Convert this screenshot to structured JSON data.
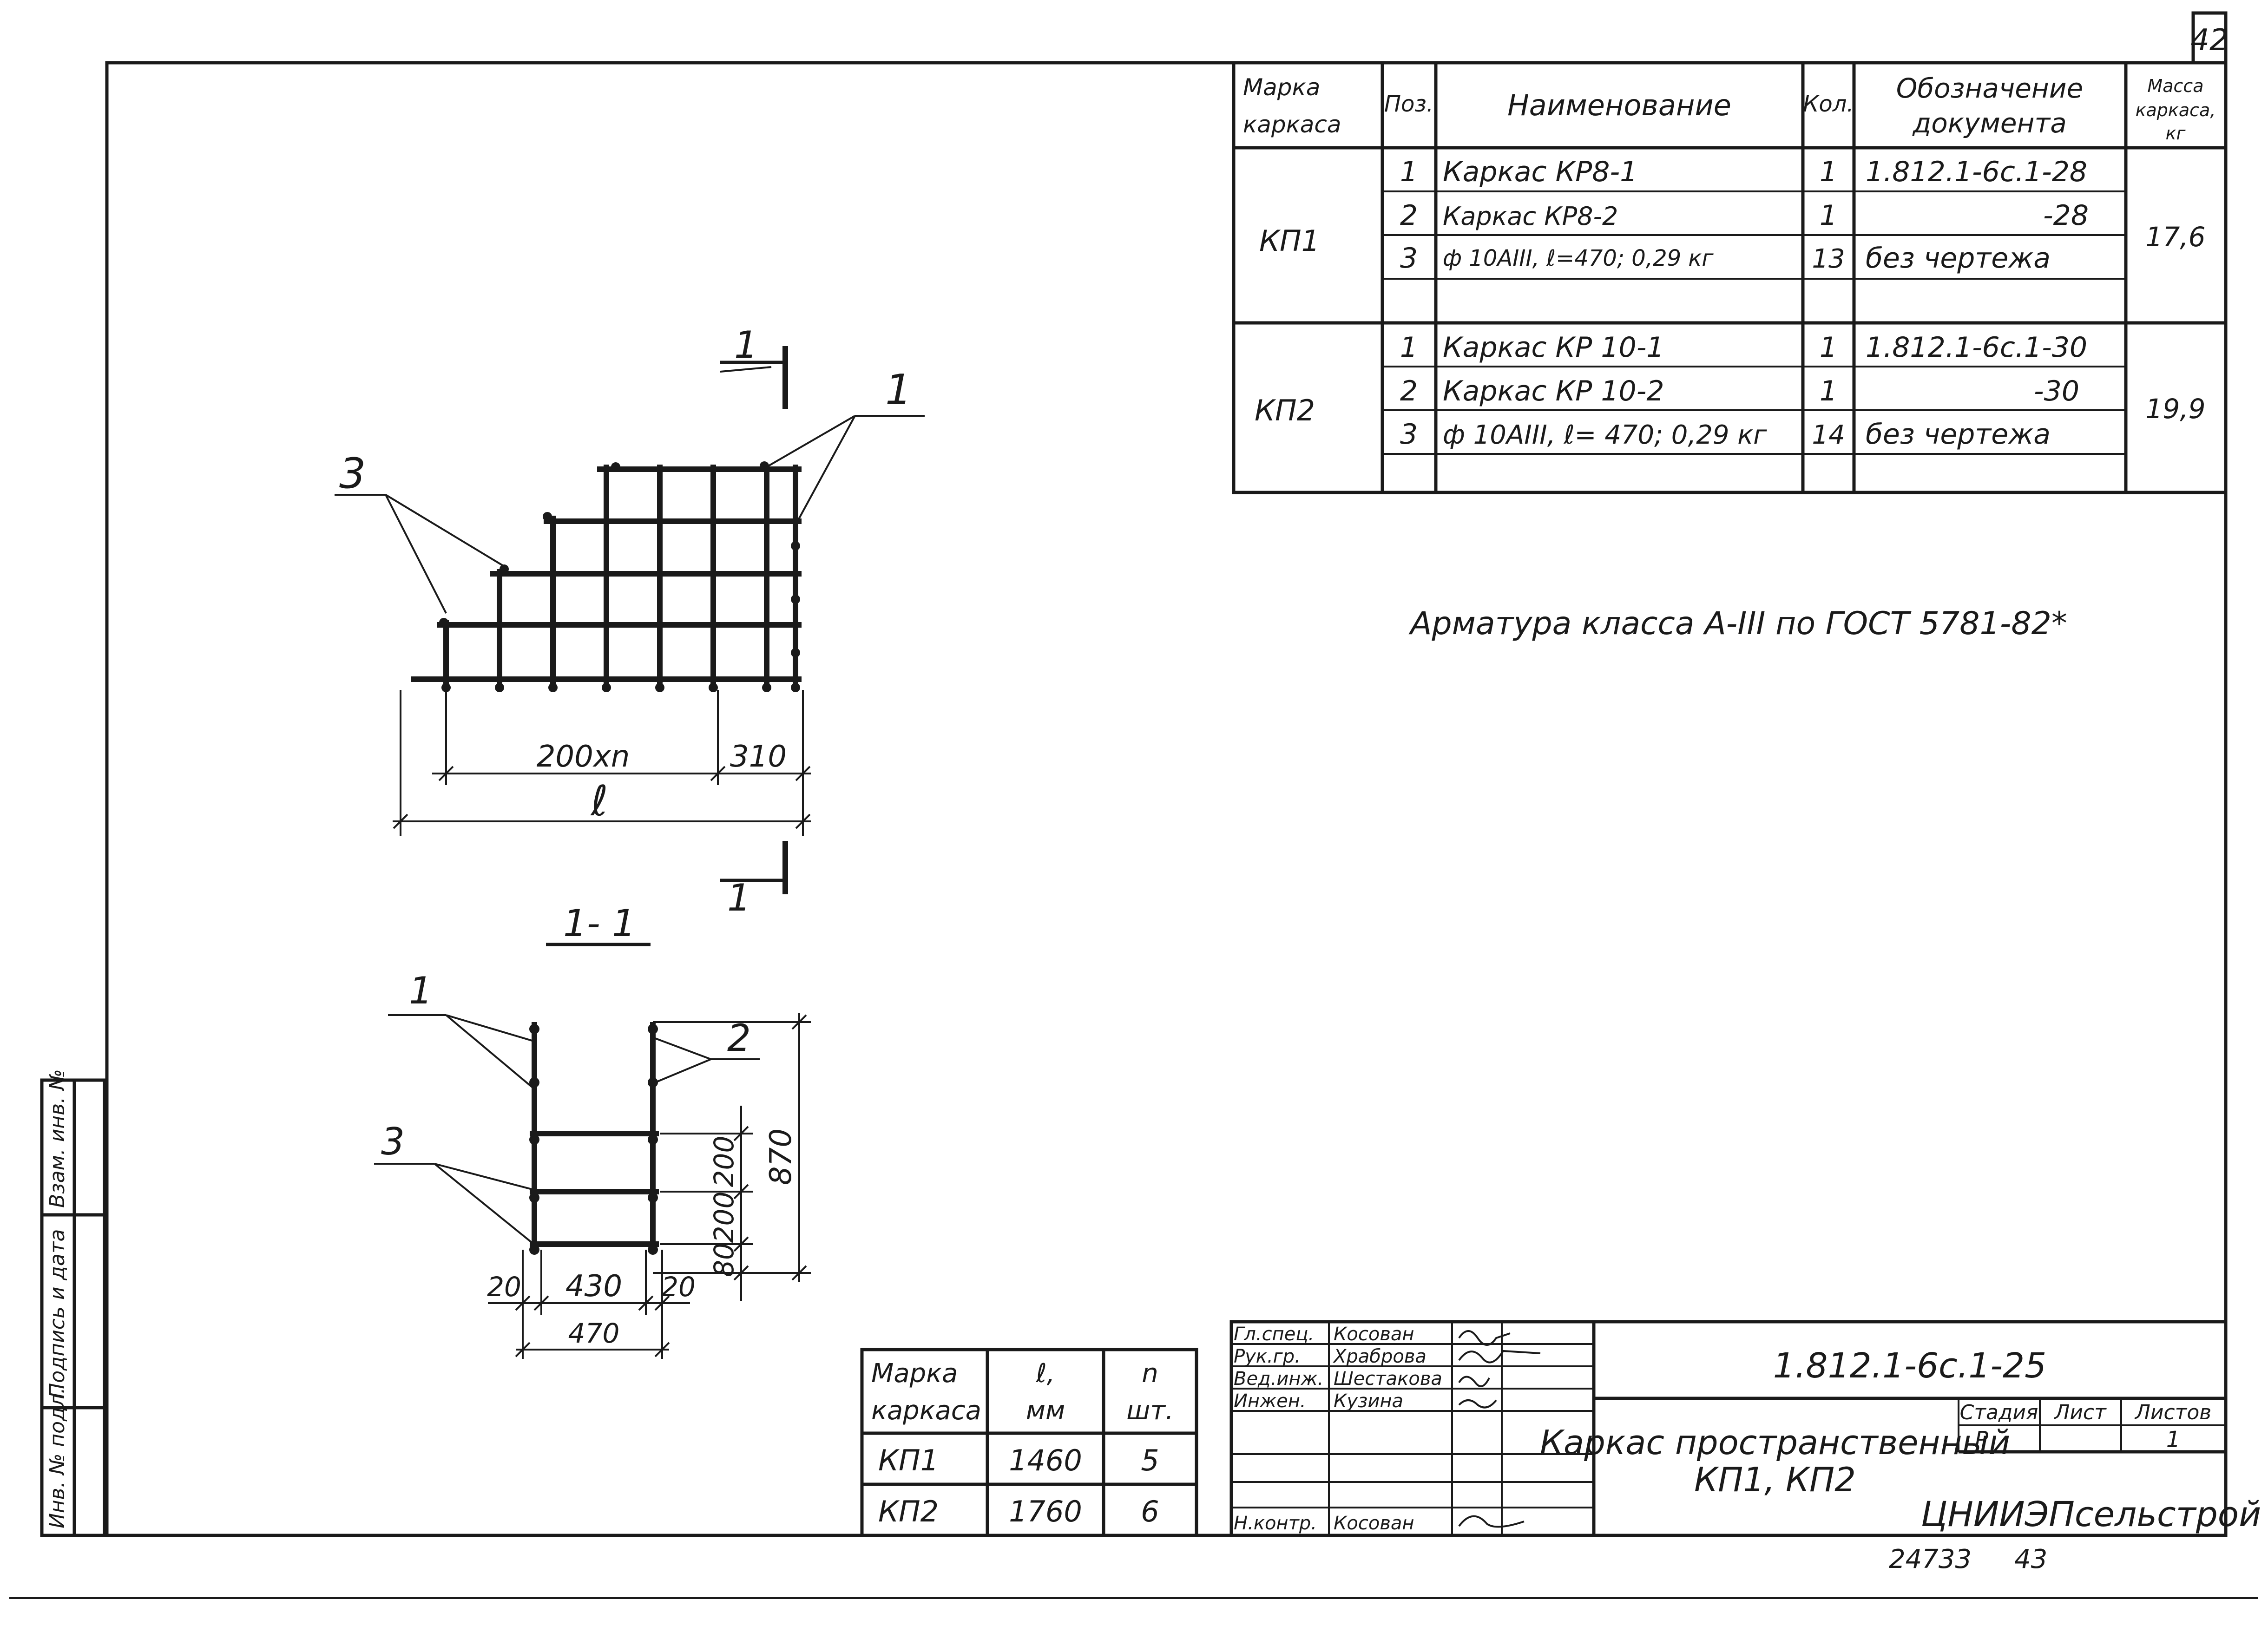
{
  "sheet_number": "42",
  "spec_table": {
    "headers": {
      "mark": "Марка каркаса",
      "pos": "Поз.",
      "name": "Наименование",
      "qty": "Кол.",
      "doc": "Обозначение документа",
      "mass": "Масса каркаса, кг"
    },
    "groups": [
      {
        "mark": "КП1",
        "mass": "17,6",
        "rows": [
          {
            "pos": "1",
            "name": "Каркас КР8-1",
            "qty": "1",
            "doc": "1.812.1-6с.1-28"
          },
          {
            "pos": "2",
            "name": "Каркас КР8-2",
            "qty": "1",
            "doc": "-28"
          },
          {
            "pos": "3",
            "name": "ф 10АIII, ℓ=470; 0,29 кг",
            "qty": "13",
            "doc": "без чертежа"
          }
        ]
      },
      {
        "mark": "КП2",
        "mass": "19,9",
        "rows": [
          {
            "pos": "1",
            "name": "Каркас КР 10-1",
            "qty": "1",
            "doc": "1.812.1-6с.1-30"
          },
          {
            "pos": "2",
            "name": "Каркас КР 10-2",
            "qty": "1",
            "doc": "-30"
          },
          {
            "pos": "3",
            "name": "ф 10АIII, ℓ= 470; 0,29 кг",
            "qty": "14",
            "doc": "без чертежа"
          }
        ]
      }
    ]
  },
  "note": "Арматура класса А-III по ГОСТ 5781-82*",
  "plan_view": {
    "callout_1": "1",
    "callout_3": "3",
    "dim_200xn": "200xn",
    "dim_310": "310",
    "dim_l": "ℓ",
    "section_mark_top": "1",
    "section_mark_bottom": "1"
  },
  "section_view": {
    "title": "1- 1",
    "callout_1": "1",
    "callout_2": "2",
    "callout_3": "3",
    "dim_20_left": "20",
    "dim_430": "430",
    "dim_20_right": "20",
    "dim_470": "470",
    "dim_200_a": "200",
    "dim_200_b": "200",
    "dim_80": "80",
    "dim_870": "870"
  },
  "size_table": {
    "headers": {
      "mark": "Марка каркаса",
      "l": "ℓ, мм",
      "n": "n шт."
    },
    "rows": [
      {
        "mark": "КП1",
        "l": "1460",
        "n": "5"
      },
      {
        "mark": "КП2",
        "l": "1760",
        "n": "6"
      }
    ]
  },
  "title_block": {
    "signers": [
      {
        "role": "Гл.спец.",
        "name": "Косован"
      },
      {
        "role": "Рук.гр.",
        "name": "Храброва"
      },
      {
        "role": "Вед.инж.",
        "name": "Шестакова"
      },
      {
        "role": "Инжен.",
        "name": "Кузина"
      },
      {
        "role": "Н.контр.",
        "name": "Косован"
      }
    ],
    "doc_code": "1.812.1-6с.1-25",
    "title": "Каркас пространственный КП1, КП2",
    "stage_label": "Стадия",
    "sheet_label": "Лист",
    "sheets_label": "Листов",
    "stage": "Р",
    "sheets": "1",
    "organization": "ЦНИИЭПсельстрой"
  },
  "side_stamp": {
    "inv_label": "Инв. № подл.",
    "sign_label": "Подпись и дата",
    "replace_label": "Взам. инв. №"
  },
  "footer": {
    "archive_number": "24733",
    "page": "43"
  }
}
